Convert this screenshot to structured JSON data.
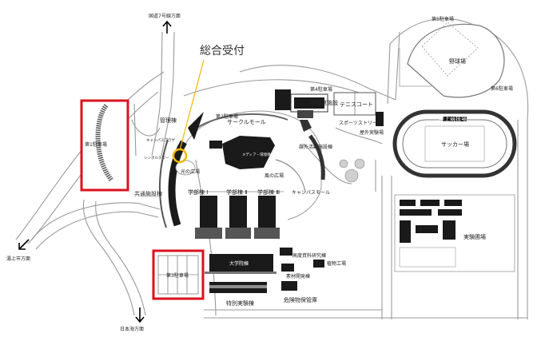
{
  "directions": {
    "north_road": "国道7号線方面",
    "west_road": "湯上市方面",
    "south_road": "日本海方面"
  },
  "callout": {
    "label": "総合受付",
    "accent_color": "#f5b800",
    "highlight_color": "#d9131e"
  },
  "parking": {
    "lot1": "第1駐車場",
    "lot2": "第2駐車場",
    "lot3": "第3駐車場",
    "lot4": "第4駐車場",
    "lot5": "第5駐車場",
    "lot6": "第6駐車場"
  },
  "buildings": {
    "admin": "管理棟",
    "common": "共通施設棟",
    "lecture1": "学部棟 Ⅰ",
    "lecture2": "学部棟 Ⅱ",
    "lecture3": "学部棟 Ⅲ",
    "grad": "大学院棟",
    "special_lab": "特別実験棟",
    "media": "メディア・環境情報棟",
    "campus_plaza": "キャンパスプラザ",
    "symbol_tower": "シンボルタワー",
    "gym": "体育館施設",
    "extracurricular": "課外活動施設棟",
    "hazmat": "危険物保管庫",
    "plant_factory": "植物工場",
    "materials": "素材開発棟",
    "high_energy": "高度資料研究棟",
    "outdoor_lab": "屋外実験場"
  },
  "areas": {
    "circle_mall": "サークルモール",
    "light_plaza": "光の広場",
    "wind_plaza": "風の広場",
    "campus_mall": "キャンパスモール",
    "sports_street": "スポーツストリート",
    "tennis": "テニスコート",
    "baseball": "野球場",
    "track": "陸上競技場",
    "soccer": "サッカー場",
    "farm": "実験圃場"
  }
}
